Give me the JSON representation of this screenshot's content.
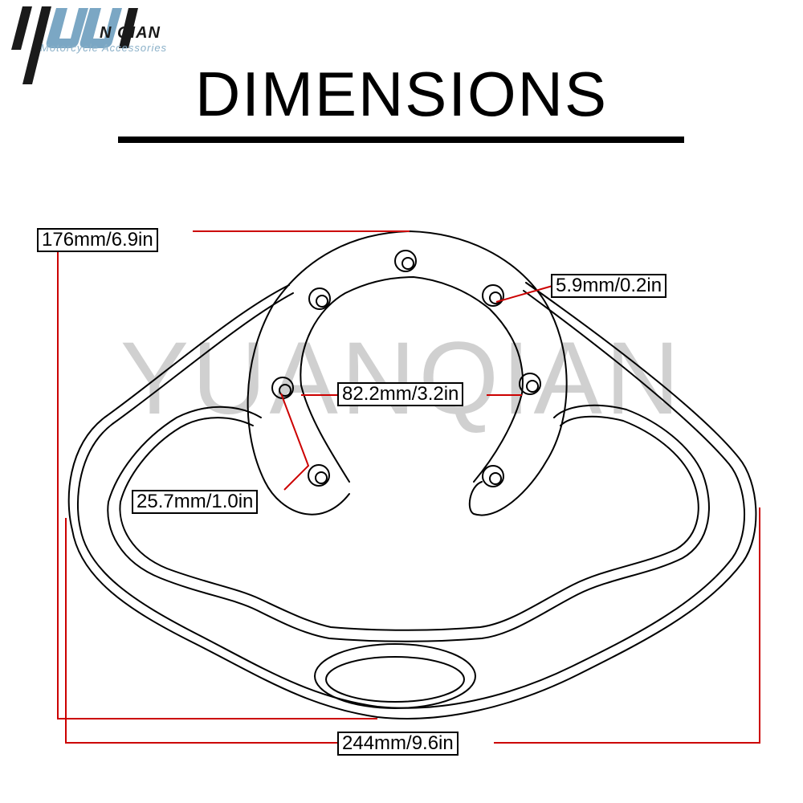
{
  "brand": {
    "logo_text": "YUAN QIAN",
    "name": "N QIAN",
    "tagline": "Motorcycle Accessories",
    "logo_color": "#7ba7c4",
    "logo_dark": "#1a1a1a"
  },
  "title": "DIMENSIONS",
  "watermark": "YUANQIAN",
  "dimensions": {
    "top_width": "176mm/6.9in",
    "hole_diameter": "5.9mm/0.2in",
    "inner_width": "82.2mm/3.2in",
    "hole_spacing": "25.7mm/1.0in",
    "overall_width": "244mm/9.6in"
  },
  "colors": {
    "dimension_line": "#cc0000",
    "outline": "#000000",
    "watermark": "#d0d0d0"
  }
}
